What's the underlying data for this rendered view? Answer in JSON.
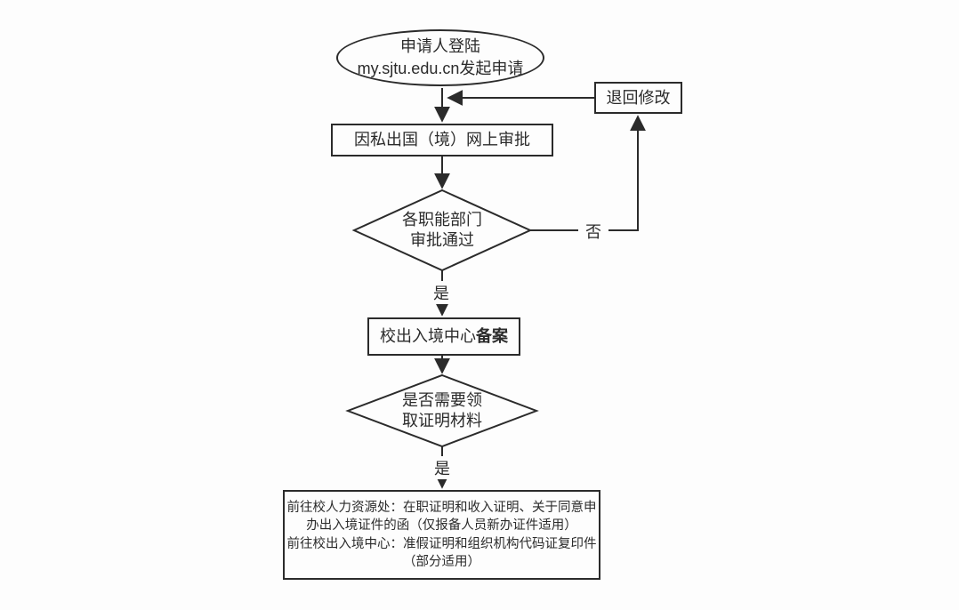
{
  "diagram": {
    "colors": {
      "stroke": "#2b2b2b",
      "background": "#fdfdfd"
    },
    "nodes": {
      "start": {
        "line1": "申请人登陆",
        "line2": "my.sjtu.edu.cn发起申请"
      },
      "return_edit": {
        "label": "退回修改"
      },
      "online_approval": {
        "label": "因私出国（境）网上审批"
      },
      "dept_decision": {
        "line1": "各职能部门",
        "line2": "审批通过"
      },
      "record": {
        "text": "校出入境中心",
        "bold": "备案"
      },
      "materials_decision": {
        "line1": "是否需要领",
        "line2": "取证明材料"
      },
      "materials": {
        "line1": "前往校人力资源处：在职证明和收入证明、关于同意申",
        "line2": "办出入境证件的函（仅报备人员新办证件适用）",
        "line3": "前往校出入境中心：准假证明和组织机构代码证复印件",
        "line4": "（部分适用）"
      }
    },
    "labels": {
      "no": "否",
      "yes1": "是",
      "yes2": "是"
    }
  }
}
